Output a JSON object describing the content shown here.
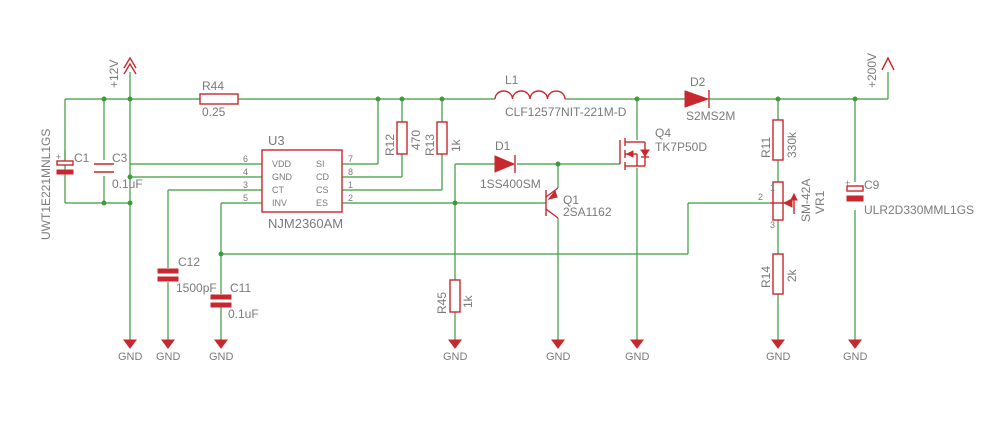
{
  "supplies": {
    "vin": "+12V",
    "vout": "+200V",
    "ground": "GND"
  },
  "ic": {
    "ref": "U3",
    "value": "NJM2360AM",
    "left_pins": [
      {
        "num": "6",
        "name": "VDD"
      },
      {
        "num": "4",
        "name": "GND"
      },
      {
        "num": "3",
        "name": "CT"
      },
      {
        "num": "5",
        "name": "INV"
      }
    ],
    "right_pins": [
      {
        "num": "7",
        "name": "SI"
      },
      {
        "num": "8",
        "name": "CD"
      },
      {
        "num": "1",
        "name": "CS"
      },
      {
        "num": "2",
        "name": "ES"
      }
    ]
  },
  "components": {
    "C1": {
      "ref": "C1",
      "value": "UWT1E221MNL1GS"
    },
    "C3": {
      "ref": "C3",
      "value": "0.1uF"
    },
    "R44": {
      "ref": "R44",
      "value": "0.25"
    },
    "R12": {
      "ref": "R12",
      "value": "470"
    },
    "R13": {
      "ref": "R13",
      "value": "1k"
    },
    "L1": {
      "ref": "L1",
      "value": "CLF12577NIT-221M-D"
    },
    "D2": {
      "ref": "D2",
      "value": "S2MS2M"
    },
    "D1": {
      "ref": "D1",
      "value": "1SS400SM"
    },
    "Q4": {
      "ref": "Q4",
      "value": "TK7P50D"
    },
    "Q1": {
      "ref": "Q1",
      "value": "2SA1162"
    },
    "R11": {
      "ref": "R11",
      "value": "330k"
    },
    "VR1": {
      "ref": "VR1",
      "value": "SM-42A",
      "pins": [
        "1",
        "2",
        "3"
      ]
    },
    "R14": {
      "ref": "R14",
      "value": "2k"
    },
    "C9": {
      "ref": "C9",
      "value": "ULR2D330MML1GS"
    },
    "C12": {
      "ref": "C12",
      "value": "1500pF"
    },
    "C11": {
      "ref": "C11",
      "value": "0.1uF"
    },
    "R45": {
      "ref": "R45",
      "value": "1k"
    }
  },
  "colors": {
    "wire": "#3c9b3c",
    "part": "#c8282d",
    "text": "#7a7a7a"
  }
}
